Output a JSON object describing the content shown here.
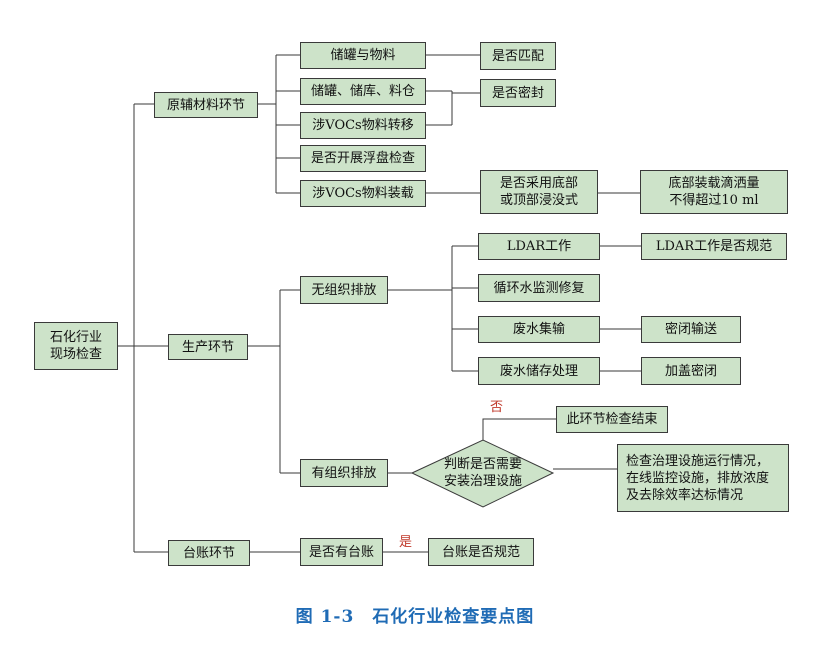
{
  "caption": {
    "number": "图 1-3",
    "title": "石化行业检查要点图"
  },
  "colors": {
    "node_fill": "#cde3c9",
    "border": "#3a3a3a",
    "caption": "#1f6bb5",
    "edge_label": "#c0392b"
  },
  "nodes": {
    "root": "石化行业\n现场检查",
    "raw": "原辅材料环节",
    "raw_storage_material": "储罐与物料",
    "raw_tank_warehouse": "储罐、储库、料仓",
    "raw_voc_transfer": "涉VOCs物料转移",
    "raw_float_check": "是否开展浮盘检查",
    "raw_voc_loading": "涉VOCs物料装载",
    "match_check": "是否匹配",
    "seal_check": "是否密封",
    "loading_method": "是否采用底部\n或顶部浸没式",
    "loading_drip": "底部装载滴洒量\n不得超过10 ml",
    "production": "生产环节",
    "fugitive": "无组织排放",
    "ldar": "LDAR工作",
    "ldar_standard": "LDAR工作是否规范",
    "cooling_water": "循环水监测修复",
    "wastewater_collect": "废水集输",
    "sealed_transport": "密闭输送",
    "wastewater_store": "废水储存处理",
    "cover_seal": "加盖密闭",
    "organized": "有组织排放",
    "decision": "判断是否需要\n安装治理设施",
    "end_check": "此环节检查结束",
    "facility_check": "检查治理设施运行情况，\n在线监控设施，排放浓度\n及去除效率达标情况",
    "ledger": "台账环节",
    "has_ledger": "是否有台账",
    "ledger_standard": "台账是否规范"
  },
  "edge_labels": {
    "no": "否",
    "yes": "是"
  }
}
